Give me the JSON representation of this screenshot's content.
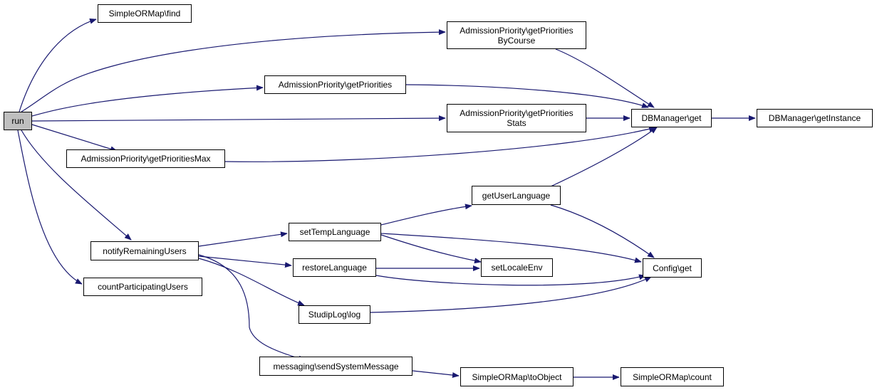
{
  "graph": {
    "root": "run",
    "edge_color": "#191970",
    "node_fill": "#ffffff",
    "root_fill": "#bfbfbf",
    "nodes": [
      {
        "id": "run",
        "label": "run"
      },
      {
        "id": "find",
        "label": "SimpleORMap\\find"
      },
      {
        "id": "getPrioritiesByCourse",
        "label": "AdmissionPriority\\getPriorities\nByCourse"
      },
      {
        "id": "getPriorities",
        "label": "AdmissionPriority\\getPriorities"
      },
      {
        "id": "getPrioritiesStats",
        "label": "AdmissionPriority\\getPriorities\nStats"
      },
      {
        "id": "getPrioritiesMax",
        "label": "AdmissionPriority\\getPrioritiesMax"
      },
      {
        "id": "dbGet",
        "label": "DBManager\\get"
      },
      {
        "id": "dbGetInstance",
        "label": "DBManager\\getInstance"
      },
      {
        "id": "getUserLanguage",
        "label": "getUserLanguage"
      },
      {
        "id": "setTempLanguage",
        "label": "setTempLanguage"
      },
      {
        "id": "notifyRemainingUsers",
        "label": "notifyRemainingUsers"
      },
      {
        "id": "restoreLanguage",
        "label": "restoreLanguage"
      },
      {
        "id": "setLocaleEnv",
        "label": "setLocaleEnv"
      },
      {
        "id": "configGet",
        "label": "Config\\get"
      },
      {
        "id": "countParticipatingUsers",
        "label": "countParticipatingUsers"
      },
      {
        "id": "studipLog",
        "label": "StudipLog\\log"
      },
      {
        "id": "sendSystemMessage",
        "label": "messaging\\sendSystemMessage"
      },
      {
        "id": "toObject",
        "label": "SimpleORMap\\toObject"
      },
      {
        "id": "count",
        "label": "SimpleORMap\\count"
      }
    ],
    "edges": [
      {
        "from": "run",
        "to": "find"
      },
      {
        "from": "run",
        "to": "getPrioritiesByCourse"
      },
      {
        "from": "run",
        "to": "getPriorities"
      },
      {
        "from": "run",
        "to": "getPrioritiesStats"
      },
      {
        "from": "run",
        "to": "getPrioritiesMax"
      },
      {
        "from": "run",
        "to": "notifyRemainingUsers"
      },
      {
        "from": "run",
        "to": "countParticipatingUsers"
      },
      {
        "from": "getPrioritiesByCourse",
        "to": "dbGet"
      },
      {
        "from": "getPriorities",
        "to": "dbGet"
      },
      {
        "from": "getPrioritiesStats",
        "to": "dbGet"
      },
      {
        "from": "getPrioritiesMax",
        "to": "dbGet"
      },
      {
        "from": "dbGet",
        "to": "dbGetInstance"
      },
      {
        "from": "getUserLanguage",
        "to": "dbGet"
      },
      {
        "from": "getUserLanguage",
        "to": "configGet"
      },
      {
        "from": "setTempLanguage",
        "to": "getUserLanguage"
      },
      {
        "from": "setTempLanguage",
        "to": "setLocaleEnv"
      },
      {
        "from": "setTempLanguage",
        "to": "configGet"
      },
      {
        "from": "notifyRemainingUsers",
        "to": "setTempLanguage"
      },
      {
        "from": "notifyRemainingUsers",
        "to": "restoreLanguage"
      },
      {
        "from": "notifyRemainingUsers",
        "to": "studipLog"
      },
      {
        "from": "notifyRemainingUsers",
        "to": "sendSystemMessage"
      },
      {
        "from": "restoreLanguage",
        "to": "setLocaleEnv"
      },
      {
        "from": "restoreLanguage",
        "to": "configGet"
      },
      {
        "from": "studipLog",
        "to": "configGet"
      },
      {
        "from": "sendSystemMessage",
        "to": "toObject"
      },
      {
        "from": "toObject",
        "to": "count"
      }
    ]
  }
}
